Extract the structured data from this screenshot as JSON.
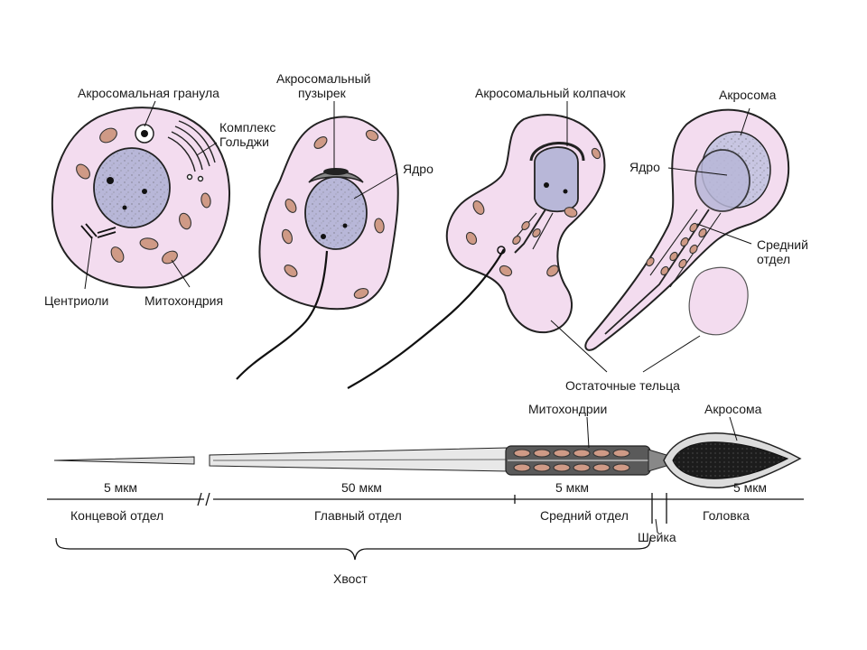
{
  "labels": {
    "acrosomal_granule": "Акросомальная гранула",
    "golgi_line1": "Комплекс",
    "golgi_line2": "Гольджи",
    "centrioles": "Центриоли",
    "mitochondrion": "Митохондрия",
    "acrosomal_vesicle_line1": "Акросомальный",
    "acrosomal_vesicle_line2": "пузырек",
    "nucleus_stage2": "Ядро",
    "acrosomal_cap": "Акросомальный колпачок",
    "acrosome_stage4": "Акросома",
    "nucleus_stage4": "Ядро",
    "midpiece_line1": "Средний",
    "midpiece_line2": "отдел",
    "residual_bodies": "Остаточные тельца",
    "mitochondria_sperm": "Митохондрии",
    "acrosome_sperm": "Акросома"
  },
  "scale": {
    "end_piece_len": "5 мкм",
    "principal_piece_len": "50 мкм",
    "midpiece_len": "5 мкм",
    "head_len": "5 мкм",
    "end_piece": "Концевой отдел",
    "principal_piece": "Главный отдел",
    "midpiece": "Средний отдел",
    "neck": "Шейка",
    "head": "Головка",
    "tail": "Хвост"
  },
  "colors": {
    "cytoplasm": "#f3dcef",
    "nucleus": "#b8b7d8",
    "mitochondria": "#cf9a86",
    "sperm_head": "#1c1c1c"
  }
}
